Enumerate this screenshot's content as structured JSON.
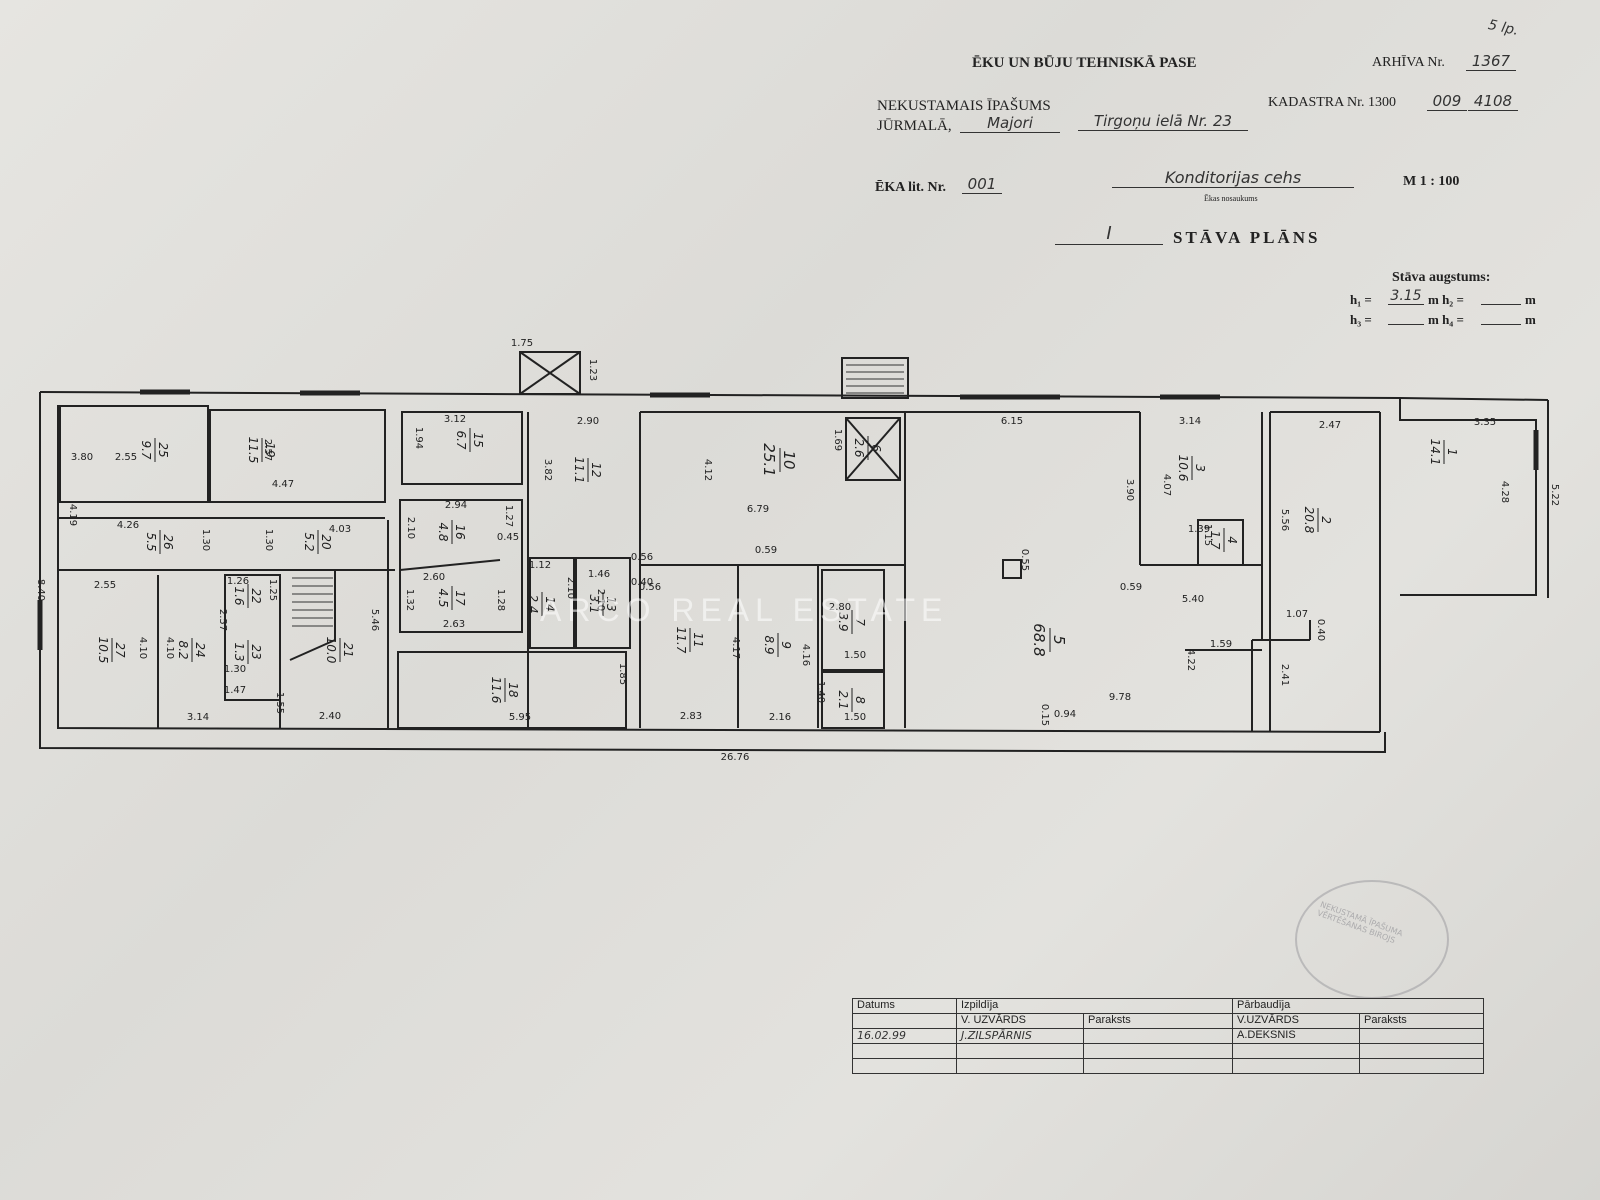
{
  "header": {
    "title": "ĒKU UN BŪJU TEHNISKĀ PASE",
    "archive_label": "ARHĪVA Nr.",
    "archive_no": "1367",
    "corner_note": "5 lp.",
    "property_label": "NEKUSTAMAIS ĪPAŠUMS",
    "city_label": "JŪRMALĀ,",
    "district": "Majori",
    "address": "Tirgoņu ielā Nr. 23",
    "cadastre_label": "KADASTRA Nr. 1300",
    "cadastre_part1": "009",
    "cadastre_part2": "4108",
    "building_label": "ĒKA lit. Nr.",
    "building_no": "001",
    "building_name": "Konditorijas cehs",
    "building_name_caption": "Ēkas nosaukums",
    "scale": "M 1 : 100",
    "floor_no": "I",
    "plan_title": "STĀVA PLĀNS",
    "height_title": "Stāva augstums:",
    "h1_label": "h₁ =",
    "h1_value": "3.15",
    "h2_label": "m h₂ =",
    "h3_label": "h₃ =",
    "h4_label": "m h₄ =",
    "unit_m": "m"
  },
  "rooms": [
    {
      "no": "25",
      "area": "9.7"
    },
    {
      "no": "19",
      "area": "11.5"
    },
    {
      "no": "15",
      "area": "6.7"
    },
    {
      "no": "12",
      "area": "11.1"
    },
    {
      "no": "10",
      "area": "25.1"
    },
    {
      "no": "6",
      "area": "2.6"
    },
    {
      "no": "3",
      "area": "10.6"
    },
    {
      "no": "2",
      "area": "20.8"
    },
    {
      "no": "1",
      "area": "14.1"
    },
    {
      "no": "26",
      "area": "5.5"
    },
    {
      "no": "20",
      "area": "5.2"
    },
    {
      "no": "16",
      "area": "4.8"
    },
    {
      "no": "4",
      "area": "1.7"
    },
    {
      "no": "22",
      "area": "1.6"
    },
    {
      "no": "17",
      "area": "4.5"
    },
    {
      "no": "14",
      "area": "2.4"
    },
    {
      "no": "13",
      "area": "3.1"
    },
    {
      "no": "27",
      "area": "10.5"
    },
    {
      "no": "24",
      "area": "8.2"
    },
    {
      "no": "23",
      "area": "1.3"
    },
    {
      "no": "21",
      "area": "10.0"
    },
    {
      "no": "11",
      "area": "11.7"
    },
    {
      "no": "9",
      "area": "8.9"
    },
    {
      "no": "7",
      "area": "3.9"
    },
    {
      "no": "5",
      "area": "68.8"
    },
    {
      "no": "18",
      "area": "11.6"
    },
    {
      "no": "8",
      "area": "2.1"
    }
  ],
  "dimensions": [
    "1.75",
    "1.23",
    "3.12",
    "2.90",
    "6.15",
    "3.14",
    "2.47",
    "3.35",
    "3.80",
    "2.55",
    "2.57",
    "4.47",
    "1.94",
    "3.82",
    "4.12",
    "6.79",
    "1.69",
    "3.90",
    "4.07",
    "5.56",
    "4.28",
    "5.22",
    "4.19",
    "4.26",
    "1.30",
    "1.30",
    "4.03",
    "2.94",
    "2.10",
    "1.27",
    "0.45",
    "0.56",
    "0.40",
    "0.59",
    "0.55",
    "0.59",
    "1.15",
    "1.39",
    "8.40",
    "2.55",
    "1.26",
    "1.25",
    "2.57",
    "2.60",
    "1.32",
    "2.63",
    "1.12",
    "1.46",
    "2.10",
    "2.10",
    "0.56",
    "5.40",
    "1.07",
    "0.40",
    "1.30",
    "4.10",
    "4.10",
    "5.46",
    "1.28",
    "2.80",
    "1.50",
    "4.17",
    "4.16",
    "1.59",
    "4.22",
    "2.41",
    "1.47",
    "1.55",
    "1.40",
    "1.50",
    "1.85",
    "3.14",
    "2.40",
    "5.95",
    "2.83",
    "2.16",
    "0.15",
    "0.94",
    "9.78",
    "26.76"
  ],
  "watermark": "ARCO REAL ESTATE",
  "signature_table": {
    "date_header": "Datums",
    "done_header": "Izpildīja",
    "checked_header": "Pārbaudīja",
    "name_label": "V. UZVĀRDS",
    "sign_label": "Paraksts",
    "name_label2": "V.UZVĀRDS",
    "sign_label2": "Paraksts",
    "date": "16.02.99",
    "executor": "J.ZILSPĀRNIS",
    "checker": "A.DEKSNIS"
  },
  "stamp_text": "NEKUSTAMĀ ĪPAŠUMA VĒRTĒŠANAS BIROJS"
}
